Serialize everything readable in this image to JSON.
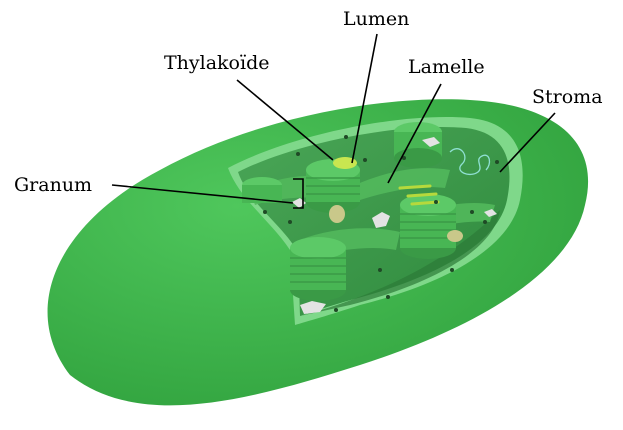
{
  "labels": {
    "lumen": "Lumen",
    "thylakoide": "Thylakoïde",
    "lamelle": "Lamelle",
    "stroma": "Stroma",
    "granum": "Granum"
  },
  "colors": {
    "outer_membrane": "#3cb34a",
    "outer_membrane_light": "#5cd06a",
    "inner_rim": "#6fd07a",
    "stroma_fill": "#3f9b4c",
    "stroma_dark": "#2f7d3d",
    "granum": "#4cbb57",
    "granum_dark": "#3a9a46",
    "lumen": "#c8e650",
    "starch": "#e0e0e0",
    "lipid": "#c9c88a",
    "dna": "#7fd6c8",
    "ribosome": "#1f4a26"
  },
  "icons": {
    "chloroplast": "chloroplast-illustration"
  }
}
